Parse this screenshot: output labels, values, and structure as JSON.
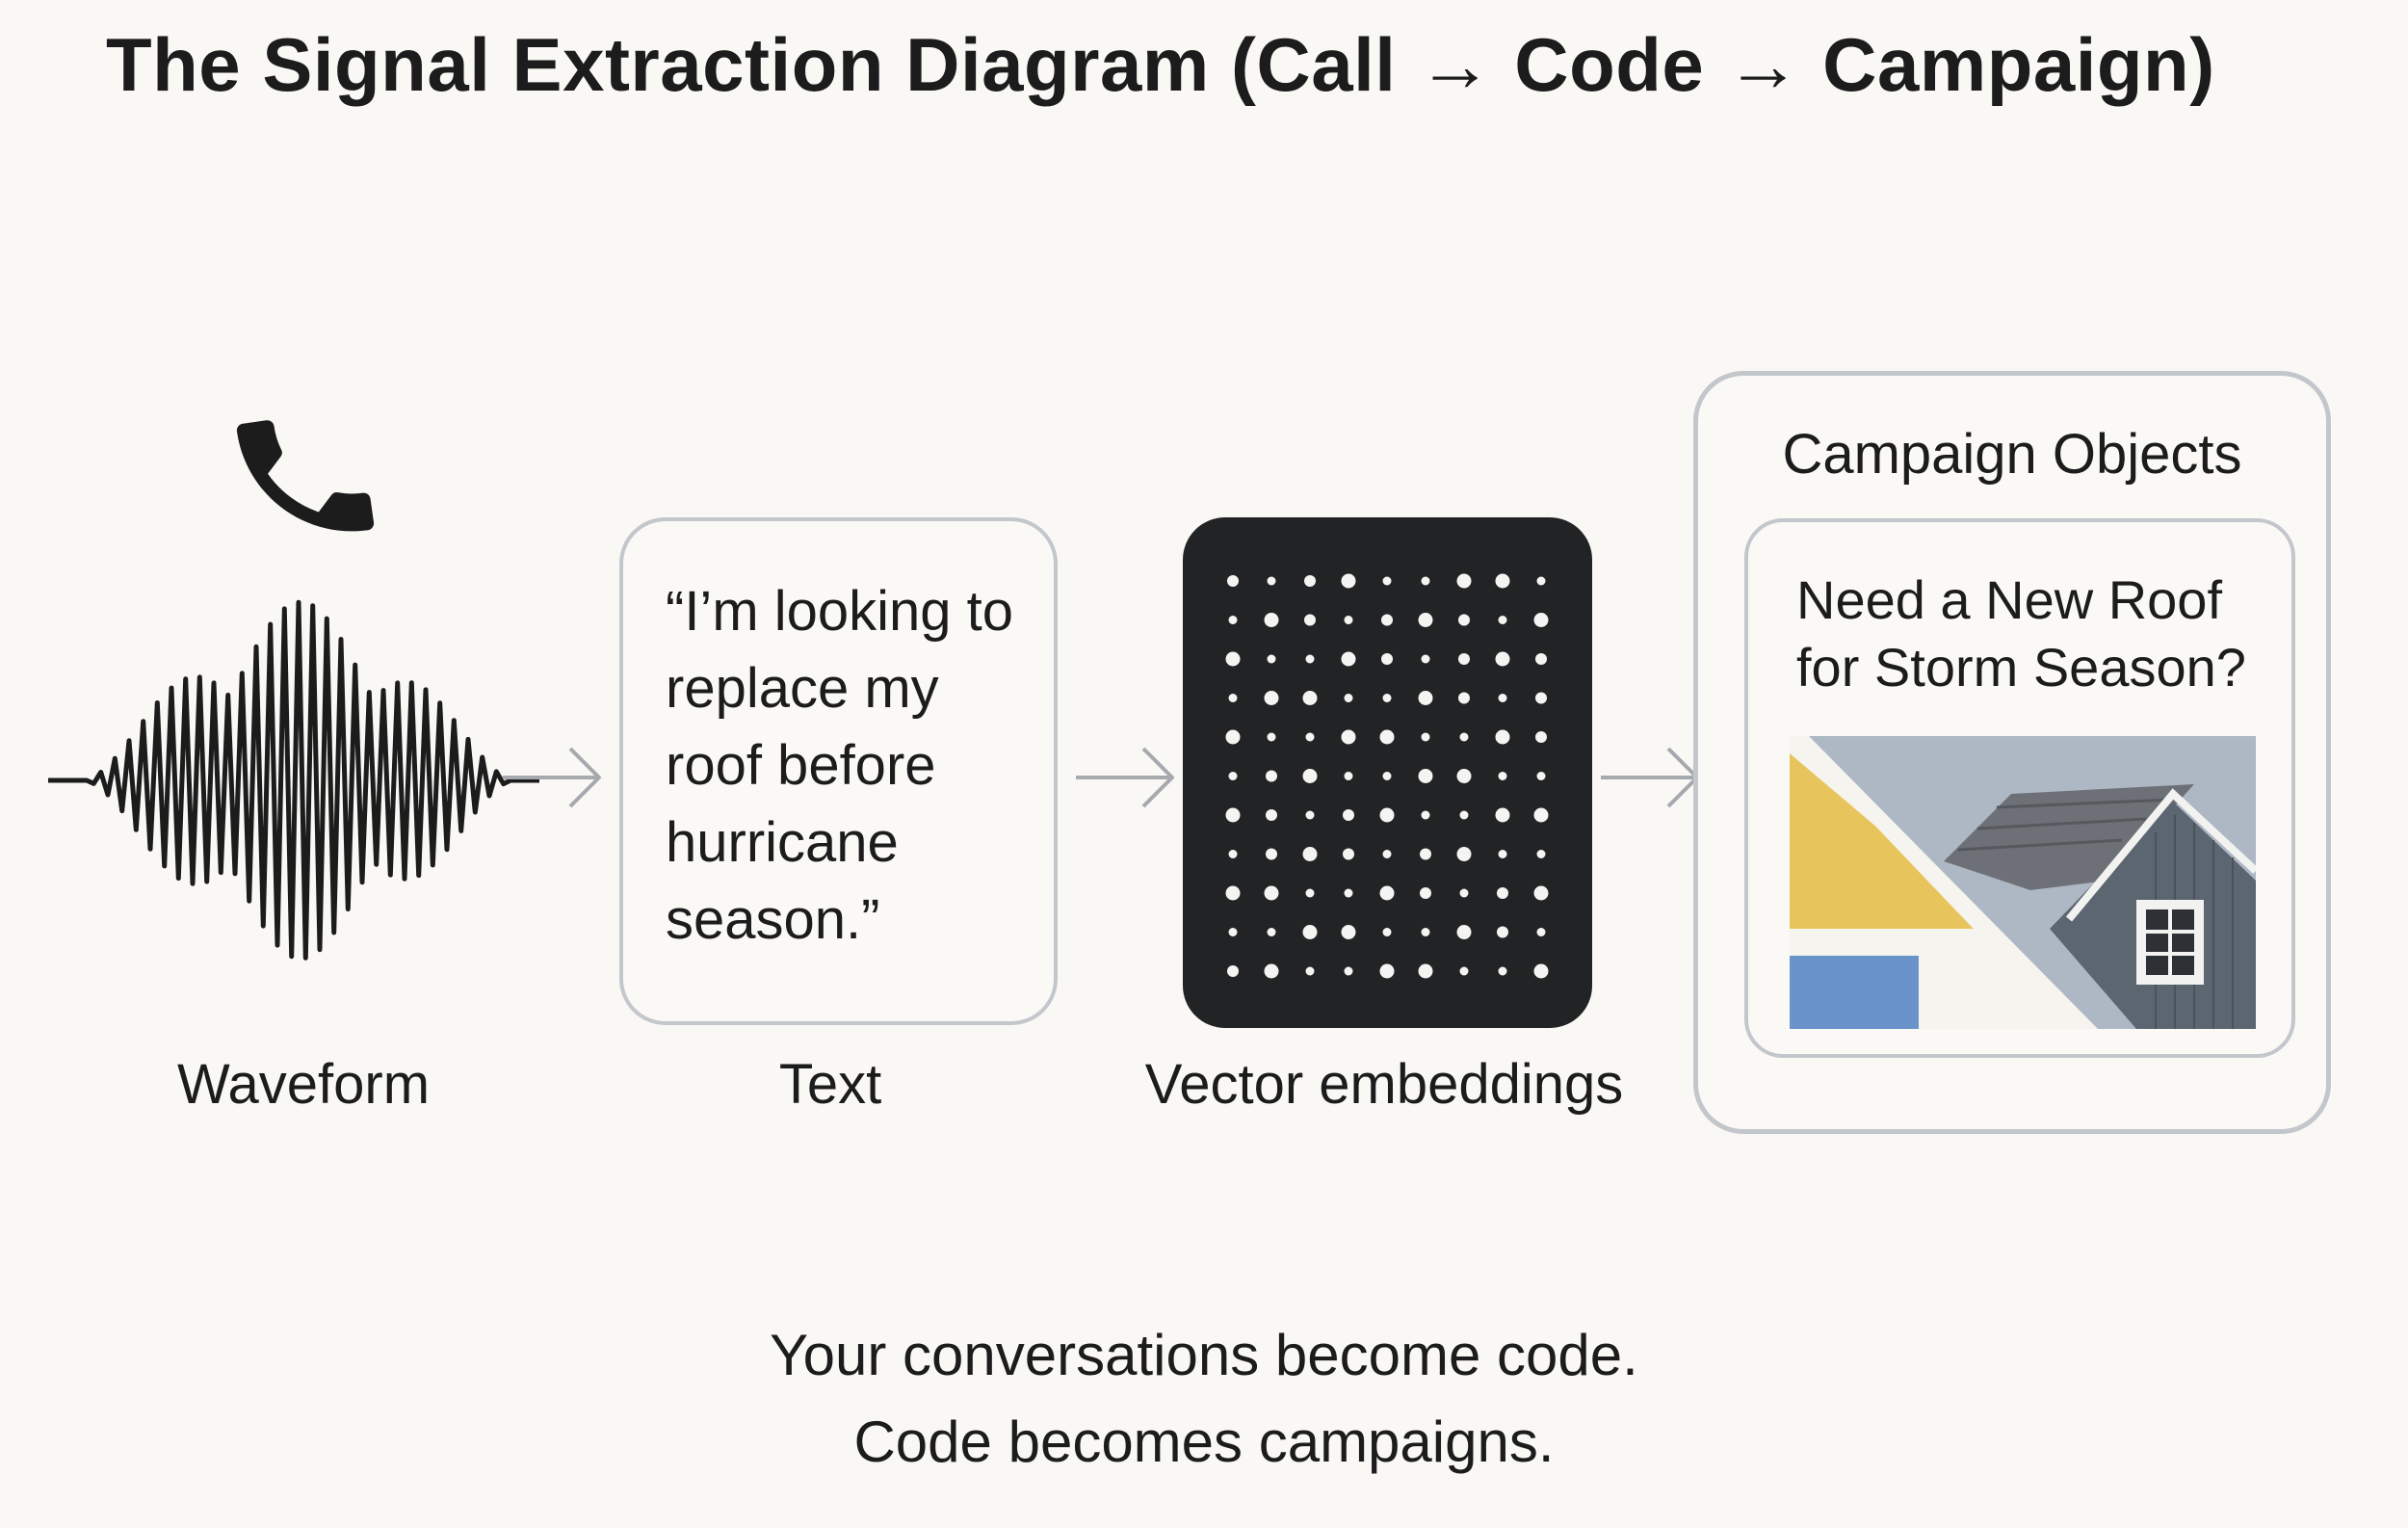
{
  "title": "The Signal Extraction Diagram (Call → Code → Campaign)",
  "icons": {
    "phone": "phone-icon",
    "waveform": "waveform-graphic",
    "arrow": "arrow-right-icon"
  },
  "steps": {
    "waveform_label": "Waveform",
    "text_label": "Text",
    "text_quote": "“I’m looking to replace my roof before hurricane season.”",
    "vector_label": "Vector embeddings"
  },
  "campaign": {
    "title": "Campaign Objects",
    "ad_headline_line1": "Need a New Roof",
    "ad_headline_line2": "for Storm Season?"
  },
  "footer": {
    "line1": "Your conversations become code.",
    "line2": "Code becomes campaigns."
  },
  "colors": {
    "background": "#f9f8f5",
    "ink": "#1c1c1c",
    "card_border": "#c3c6cb",
    "embedding_bg": "#222324",
    "ad_yellow": "#e8c45c",
    "ad_blue": "#6a93c9",
    "ad_sky": "#aeb8c5"
  }
}
